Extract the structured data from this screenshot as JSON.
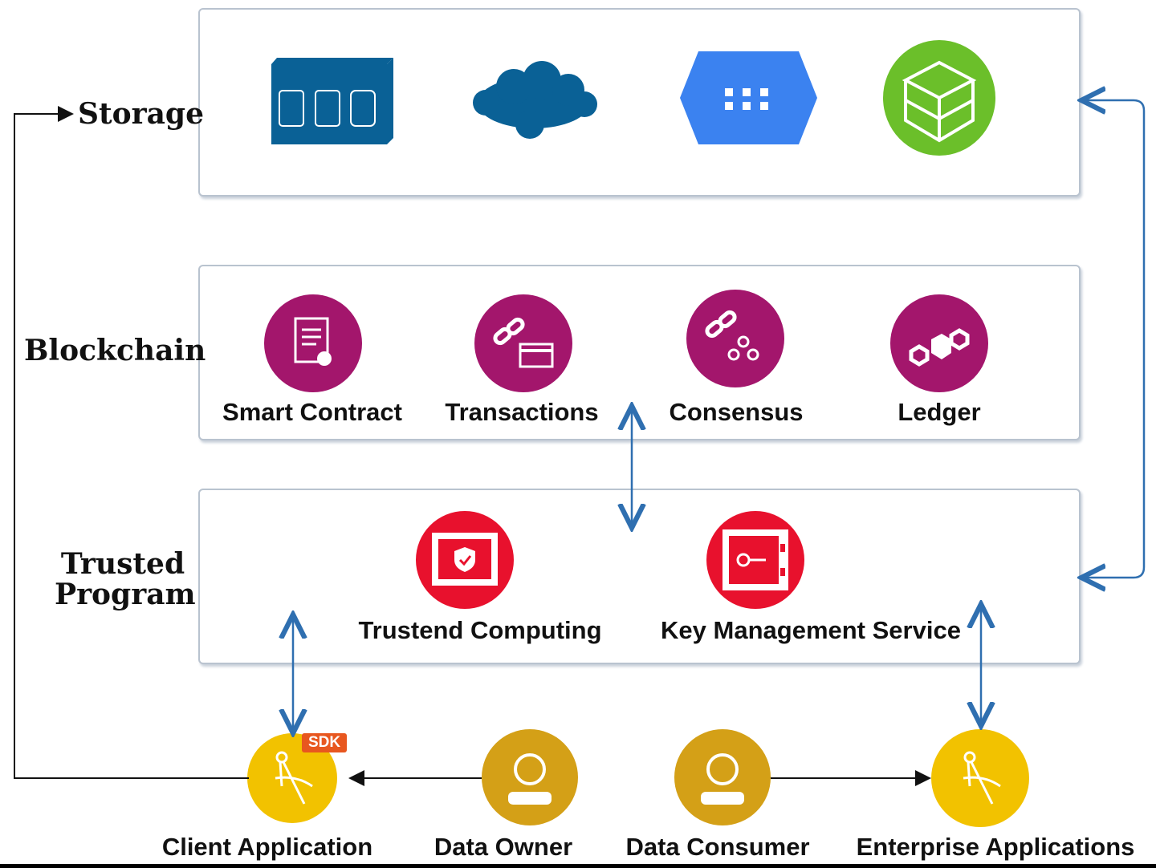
{
  "sections": {
    "storage": "Storage",
    "blockchain": "Blockchain",
    "trusted_line1": "Trusted",
    "trusted_line2": "Program"
  },
  "storage_icons": [
    "storage-array-icon",
    "cloud-icon",
    "cloud-storage-hexagon-icon",
    "brick-storage-icon"
  ],
  "blockchain_items": [
    {
      "label": "Smart Contract",
      "icon": "contract-certificate-icon"
    },
    {
      "label": "Transactions",
      "icon": "chain-card-icon"
    },
    {
      "label": "Consensus",
      "icon": "chain-users-icon"
    },
    {
      "label": "Ledger",
      "icon": "linked-blocks-icon"
    }
  ],
  "trusted_items": [
    {
      "label": "Trustend Computing",
      "icon": "secure-screen-icon"
    },
    {
      "label": "Key Management Service",
      "icon": "key-safe-icon"
    }
  ],
  "actors": [
    {
      "label": "Client Application",
      "icon": "compass-icon"
    },
    {
      "label": "Data Owner",
      "icon": "user-icon"
    },
    {
      "label": "Data Consumer",
      "icon": "user-icon"
    },
    {
      "label": "Enterprise Applications",
      "icon": "compass-icon"
    }
  ],
  "sdk_badge": "SDK",
  "colors": {
    "blockchain": "#a3166c",
    "trusted": "#e8112d",
    "app": "#f2c200",
    "user": "#d4a017",
    "arrow_blue": "#2f6fb0",
    "storage_blue": "#0a6196",
    "hex_blue": "#3b82f0",
    "green": "#6bbf2a"
  }
}
